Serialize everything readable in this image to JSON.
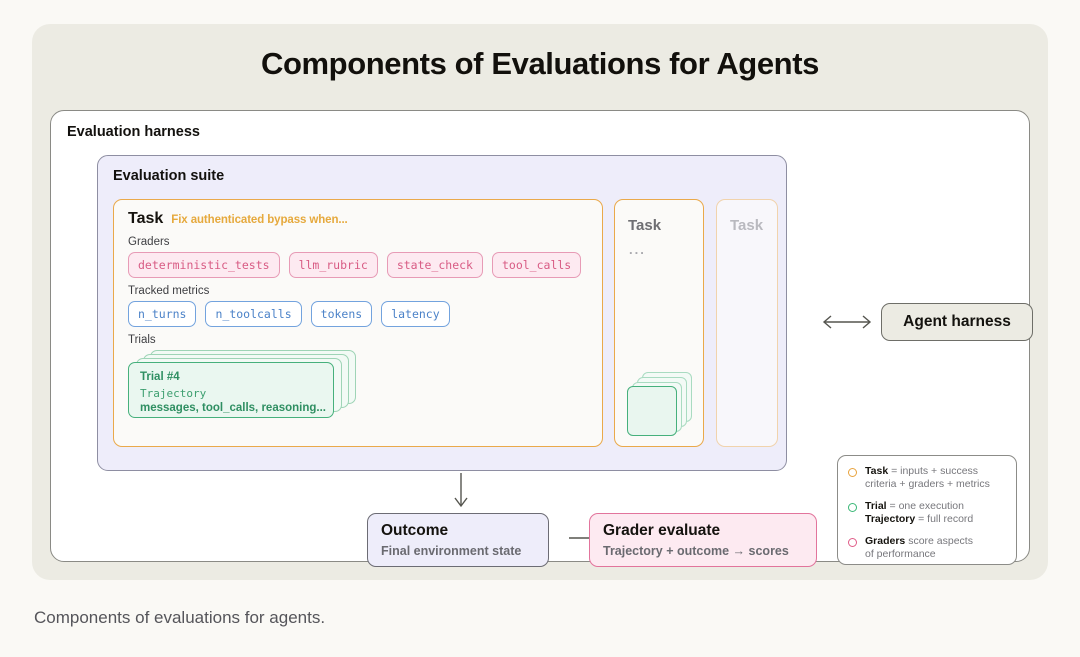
{
  "figure": {
    "title": "Components of Evaluations for Agents",
    "caption": "Components of evaluations for agents."
  },
  "harness": {
    "label": "Evaluation harness"
  },
  "suite": {
    "label": "Evaluation suite"
  },
  "task_main": {
    "title": "Task",
    "subtitle": "Fix authenticated bypass when...",
    "graders_label": "Graders",
    "graders": [
      "deterministic_tests",
      "llm_rubric",
      "state_check",
      "tool_calls"
    ],
    "metrics_label": "Tracked metrics",
    "metrics": [
      "n_turns",
      "n_toolcalls",
      "tokens",
      "latency"
    ],
    "trials_label": "Trials",
    "trial": {
      "title": "Trial #4",
      "trajectory_label": "Trajectory",
      "trajectory_detail": "messages, tool_calls, reasoning..."
    }
  },
  "task_second": {
    "title": "Task",
    "dots": "..."
  },
  "task_third": {
    "title": "Task"
  },
  "agent": {
    "label": "Agent harness"
  },
  "outcome": {
    "title": "Outcome",
    "subtitle": "Final environment state"
  },
  "grader_evaluate": {
    "title": "Grader evaluate",
    "subtitle": "Trajectory + outcome → scores"
  },
  "legend": {
    "items": [
      {
        "color": "#e8a33d",
        "line1_strong": "Task",
        "line1_rest": " = inputs + success",
        "line2_strong": "",
        "line2_rest": "criteria + graders + metrics"
      },
      {
        "color": "#3cb878",
        "line1_strong": "Trial",
        "line1_rest": " = one execution",
        "line2_strong": "Trajectory",
        "line2_rest": " = full record"
      },
      {
        "color": "#e05c88",
        "line1_strong": "Graders",
        "line1_rest": " score aspects",
        "line2_strong": "",
        "line2_rest": "of performance"
      }
    ]
  },
  "colors": {
    "page_bg": "#faf9f5",
    "card_bg": "#ecebe3",
    "suite_bg": "#eeedfa",
    "task_border": "#eaa94a",
    "grader_pink": "#d85b84",
    "metric_blue": "#4b82c8",
    "trial_green": "#46b07c"
  },
  "icons": {
    "down_arrow": "down-arrow-icon",
    "right_arrow": "right-arrow-icon",
    "bidirectional_arrow": "bidirectional-arrow-icon"
  }
}
